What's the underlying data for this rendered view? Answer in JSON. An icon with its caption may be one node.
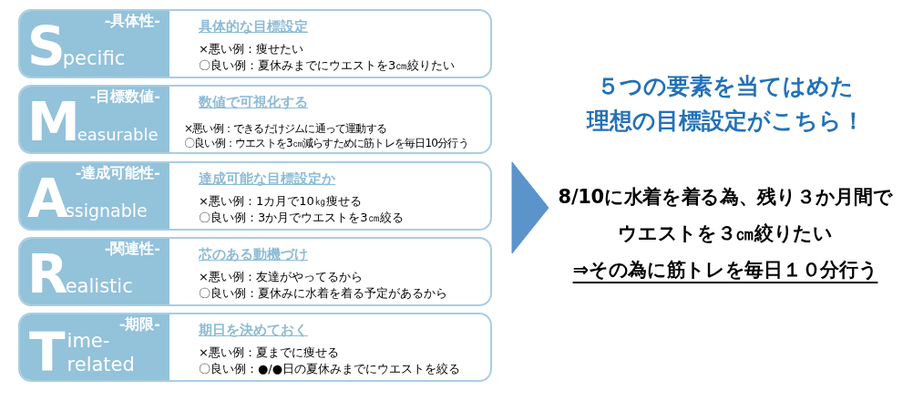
{
  "diagram": {
    "nodes": [
      {
        "text": [
          "-具体性-",
          "Specific",
          "具体的な目標設定",
          "×悪い例：痩せたい",
          "〇良い例：夏休みまでにウエストを3㎝絞りたい"
        ]
      },
      {
        "text": [
          "-目標数値-",
          "Measurable",
          "数値で可視化する",
          "×悪い例：できるだけジムに通って運動する",
          "〇良い例：ウエストを3㎝減らすために筋トレを毎日10分行う"
        ]
      },
      {
        "text": [
          "-達成可能性-",
          "Assignable",
          "達成可能な目標設定か",
          "×悪い例：1カ月で10㎏痩せる",
          "〇良い例：3か月でウエストを3㎝絞る"
        ]
      },
      {
        "text": [
          "-関連性-",
          "Realistic",
          "芯のある動機づけ",
          "×悪い例：友達がやってるから",
          "〇良い例：夏休みに水着を着る予定があるから"
        ]
      },
      {
        "text": [
          "-期限-",
          "Time-related",
          "期日を決めておく",
          "×悪い例：夏までに痩せる",
          "〇良い例：●/●日の夏休みまでにウエストを絞る"
        ]
      },
      {
        "text": [
          "５つの要素を当てはめた",
          "理想の目標設定がこちら！",
          "8/10に水着を着る為、残り３か月間で",
          "ウエストを３㎝絞りたい",
          "⇒その為に筋トレを毎日１０分行う"
        ]
      }
    ],
    "edges": [
      {
        "from": null,
        "to": 5,
        "arrow": "to"
      }
    ]
  }
}
